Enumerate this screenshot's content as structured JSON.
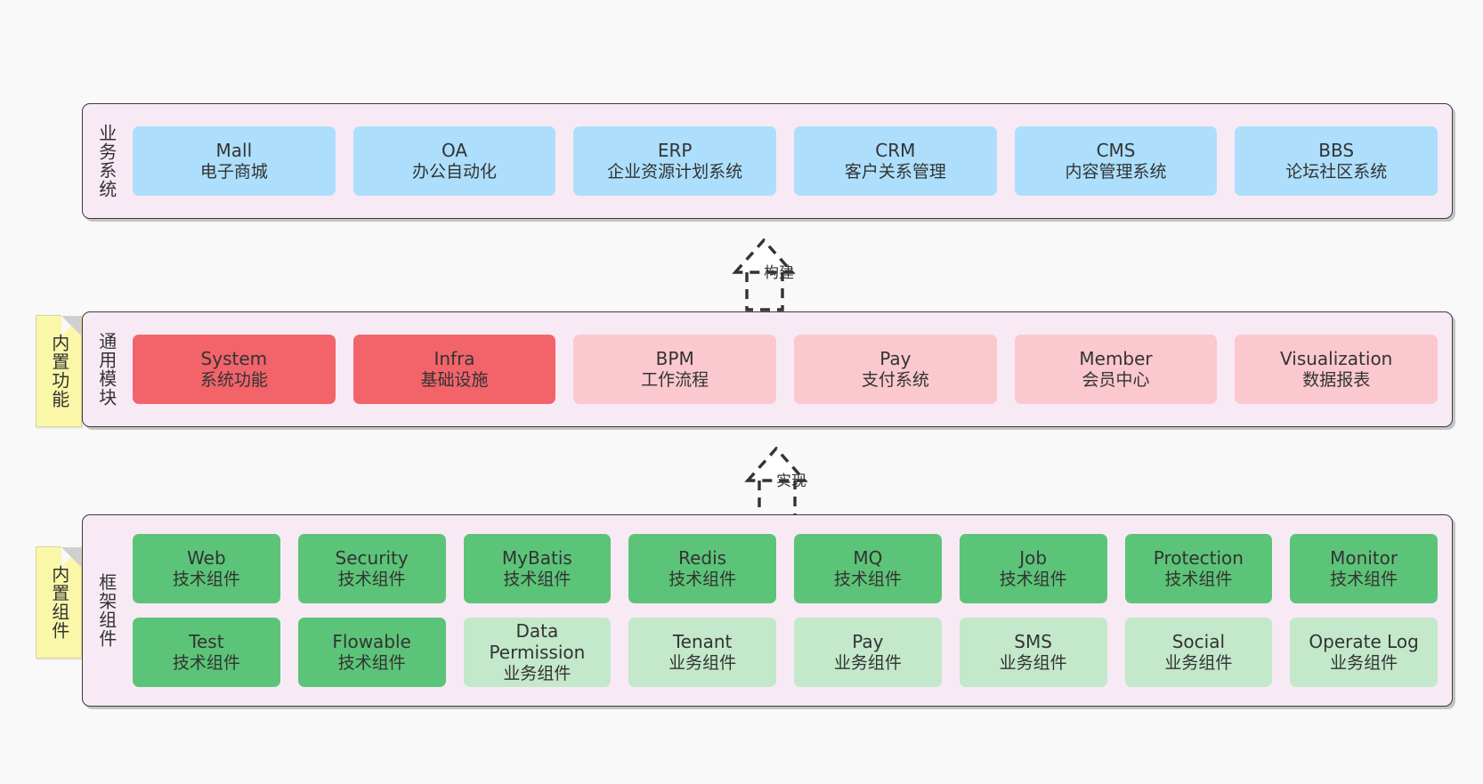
{
  "diagram": {
    "background_color": "#f9f9f9",
    "panel_color": "#f8eaf4",
    "border_color": "#3b3b3b"
  },
  "notes": [
    {
      "label": "内置功能",
      "color": "#fbf7a8"
    },
    {
      "label": "内置组件",
      "color": "#fbf7a8"
    }
  ],
  "connectors": [
    {
      "label": "构建",
      "style": "dashed-generalization"
    },
    {
      "label": "实现",
      "style": "dashed-generalization"
    }
  ],
  "layers": [
    {
      "id": "business",
      "title": "业务系统",
      "rows": [
        {
          "boxes": [
            {
              "en": "Mall",
              "cn": "电子商城",
              "color": "#addffd",
              "variant": "blue"
            },
            {
              "en": "OA",
              "cn": "办公自动化",
              "color": "#addffd",
              "variant": "blue"
            },
            {
              "en": "ERP",
              "cn": "企业资源计划系统",
              "color": "#addffd",
              "variant": "blue"
            },
            {
              "en": "CRM",
              "cn": "客户关系管理",
              "color": "#addffd",
              "variant": "blue"
            },
            {
              "en": "CMS",
              "cn": "内容管理系统",
              "color": "#addffd",
              "variant": "blue"
            },
            {
              "en": "BBS",
              "cn": "论坛社区系统",
              "color": "#addffd",
              "variant": "blue"
            }
          ]
        }
      ]
    },
    {
      "id": "modules",
      "title": "通用模块",
      "rows": [
        {
          "boxes": [
            {
              "en": "System",
              "cn": "系统功能",
              "color": "#f2646a",
              "variant": "red"
            },
            {
              "en": "Infra",
              "cn": "基础设施",
              "color": "#f2646a",
              "variant": "red"
            },
            {
              "en": "BPM",
              "cn": "工作流程",
              "color": "#fbc8cf",
              "variant": "pink"
            },
            {
              "en": "Pay",
              "cn": "支付系统",
              "color": "#fbc8cf",
              "variant": "pink"
            },
            {
              "en": "Member",
              "cn": "会员中心",
              "color": "#fbc8cf",
              "variant": "pink"
            },
            {
              "en": "Visualization",
              "cn": "数据报表",
              "color": "#fbc8cf",
              "variant": "pink"
            }
          ]
        }
      ]
    },
    {
      "id": "framework",
      "title": "框架组件",
      "rows": [
        {
          "boxes": [
            {
              "en": "Web",
              "cn": "技术组件",
              "color": "#5cc478",
              "variant": "green"
            },
            {
              "en": "Security",
              "cn": "技术组件",
              "color": "#5cc478",
              "variant": "green"
            },
            {
              "en": "MyBatis",
              "cn": "技术组件",
              "color": "#5cc478",
              "variant": "green"
            },
            {
              "en": "Redis",
              "cn": "技术组件",
              "color": "#5cc478",
              "variant": "green"
            },
            {
              "en": "MQ",
              "cn": "技术组件",
              "color": "#5cc478",
              "variant": "green"
            },
            {
              "en": "Job",
              "cn": "技术组件",
              "color": "#5cc478",
              "variant": "green"
            },
            {
              "en": "Protection",
              "cn": "技术组件",
              "color": "#5cc478",
              "variant": "green"
            },
            {
              "en": "Monitor",
              "cn": "技术组件",
              "color": "#5cc478",
              "variant": "green"
            }
          ]
        },
        {
          "boxes": [
            {
              "en": "Test",
              "cn": "技术组件",
              "color": "#5cc478",
              "variant": "green"
            },
            {
              "en": "Flowable",
              "cn": "技术组件",
              "color": "#5cc478",
              "variant": "green"
            },
            {
              "en": "Data Permission",
              "cn": "业务组件",
              "color": "#c3e8ca",
              "variant": "lightgreen"
            },
            {
              "en": "Tenant",
              "cn": "业务组件",
              "color": "#c3e8ca",
              "variant": "lightgreen"
            },
            {
              "en": "Pay",
              "cn": "业务组件",
              "color": "#c3e8ca",
              "variant": "lightgreen"
            },
            {
              "en": "SMS",
              "cn": "业务组件",
              "color": "#c3e8ca",
              "variant": "lightgreen"
            },
            {
              "en": "Social",
              "cn": "业务组件",
              "color": "#c3e8ca",
              "variant": "lightgreen"
            },
            {
              "en": "Operate Log",
              "cn": "业务组件",
              "color": "#c3e8ca",
              "variant": "lightgreen"
            }
          ]
        }
      ]
    }
  ]
}
